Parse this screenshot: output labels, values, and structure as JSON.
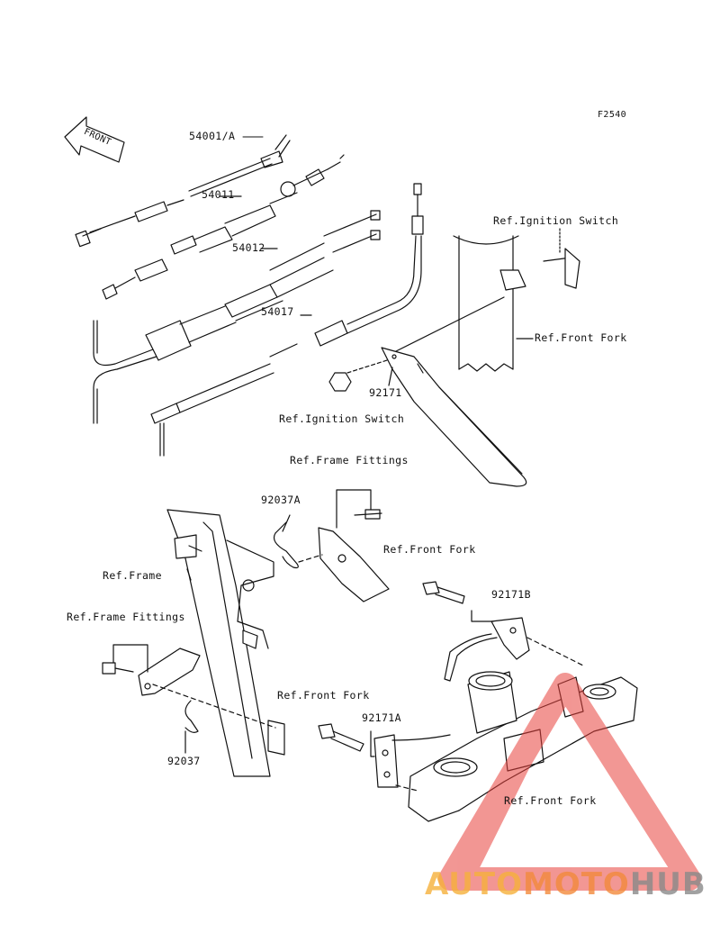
{
  "figure_code": "F2540",
  "front_arrow_text": "FRONT",
  "part_numbers": {
    "p54001A": "54001/A",
    "p54011": "54011",
    "p54012": "54012",
    "p54017": "54017",
    "p92171": "92171",
    "p92037A": "92037A",
    "p92171B": "92171B",
    "p92171A": "92171A",
    "p92037": "92037"
  },
  "refs": {
    "ignition_switch_top": "Ref.Ignition Switch",
    "front_fork_top": "Ref.Front Fork",
    "ignition_switch_mid": "Ref.Ignition Switch",
    "frame_fittings_top": "Ref.Frame Fittings",
    "front_fork_mid": "Ref.Front Fork",
    "frame": "Ref.Frame",
    "frame_fittings_left": "Ref.Frame Fittings",
    "front_fork_low": "Ref.Front Fork",
    "front_fork_bottom": "Ref.Front Fork"
  },
  "watermark": {
    "part1": "AUTO",
    "part2": "MOTO",
    "part3": "HUB",
    "color_auto": "#f6b13c",
    "color_moto": "#f38a3c",
    "color_hub": "#8a8a8a",
    "triangle_color": "#e8413c"
  }
}
